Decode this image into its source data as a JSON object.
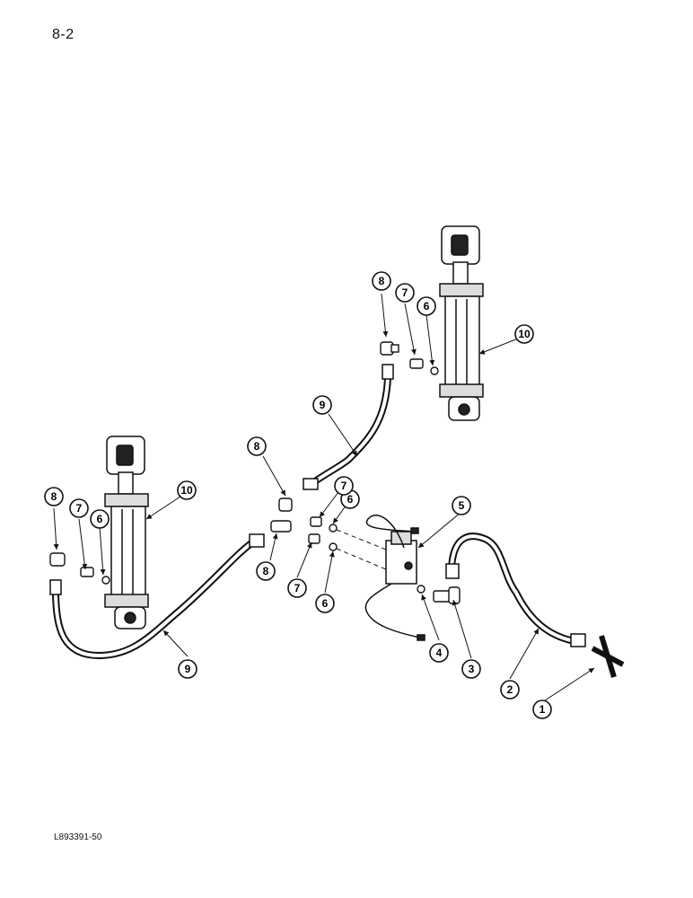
{
  "page": {
    "number": "8-2",
    "figure_code": "L893391-50"
  },
  "callouts": [
    {
      "label": "1"
    },
    {
      "label": "2"
    },
    {
      "label": "3"
    },
    {
      "label": "4"
    },
    {
      "label": "5"
    },
    {
      "label": "6"
    },
    {
      "label": "6"
    },
    {
      "label": "6"
    },
    {
      "label": "6"
    },
    {
      "label": "7"
    },
    {
      "label": "7"
    },
    {
      "label": "7"
    },
    {
      "label": "7"
    },
    {
      "label": "8"
    },
    {
      "label": "8"
    },
    {
      "label": "8"
    },
    {
      "label": "8"
    },
    {
      "label": "9"
    },
    {
      "label": "9"
    },
    {
      "label": "10"
    },
    {
      "label": "10"
    }
  ]
}
